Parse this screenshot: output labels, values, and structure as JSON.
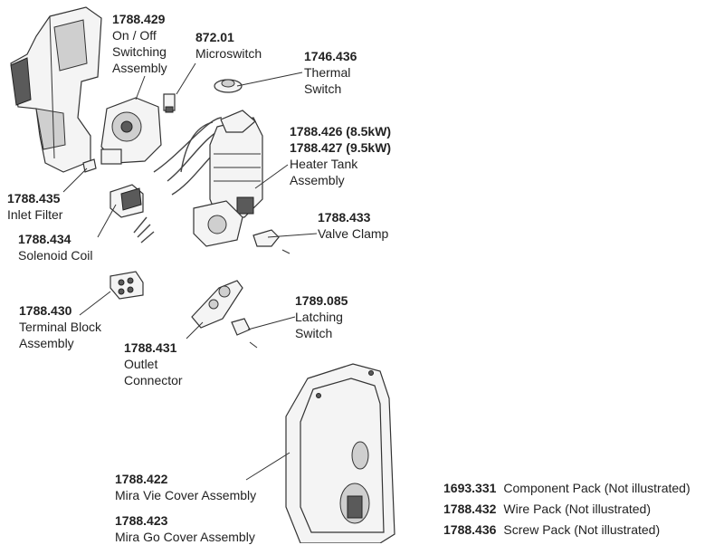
{
  "callouts": {
    "switching_assembly": {
      "code": "1788.429",
      "name": "On / Off\nSwitching\nAssembly"
    },
    "microswitch": {
      "code": "872.01",
      "name": "Microswitch"
    },
    "thermal_switch": {
      "code": "1746.436",
      "name": "Thermal\nSwitch"
    },
    "heater_tank": {
      "code_a": "1788.426 (8.5kW)",
      "code_b": "1788.427 (9.5kW)",
      "name": "Heater Tank\nAssembly"
    },
    "inlet_filter": {
      "code": "1788.435",
      "name": "Inlet Filter"
    },
    "valve_clamp": {
      "code": "1788.433",
      "name": "Valve Clamp"
    },
    "solenoid_coil": {
      "code": "1788.434",
      "name": "Solenoid Coil"
    },
    "terminal_block": {
      "code": "1788.430",
      "name": "Terminal Block\nAssembly"
    },
    "latching_switch": {
      "code": "1789.085",
      "name": "Latching\nSwitch"
    },
    "outlet_connector": {
      "code": "1788.431",
      "name": "Outlet\nConnector"
    },
    "vie_cover": {
      "code": "1788.422",
      "name": "Mira Vie Cover Assembly"
    },
    "go_cover": {
      "code": "1788.423",
      "name": "Mira Go Cover Assembly"
    }
  },
  "notes": [
    {
      "code": "1693.331",
      "text": "Component Pack (Not illustrated)"
    },
    {
      "code": "1788.432",
      "text": "Wire Pack (Not illustrated)"
    },
    {
      "code": "1788.436",
      "text": "Screw Pack (Not illustrated)"
    }
  ]
}
